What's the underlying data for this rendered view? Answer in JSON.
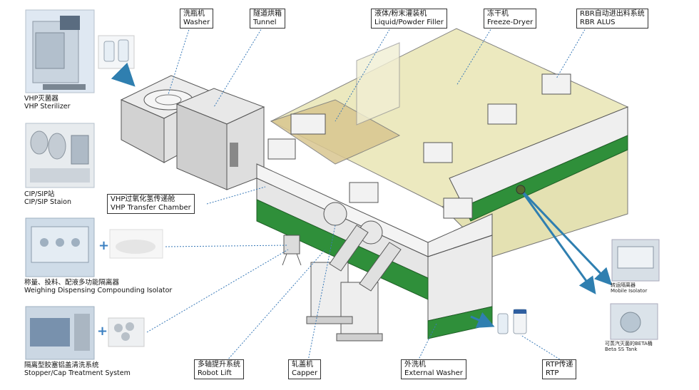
{
  "labels": {
    "washer": {
      "cn": "洗瓶机",
      "en": "Washer"
    },
    "tunnel": {
      "cn": "隧道烘箱",
      "en": "Tunnel"
    },
    "filler": {
      "cn": "液体/粉末灌装机",
      "en": "Liquid/Powder Filler"
    },
    "dryer": {
      "cn": "冻干机",
      "en": "Freeze-Dryer"
    },
    "rbr": {
      "cn": "RBR自动进出料系统",
      "en": "RBR ALUS"
    },
    "vhp_transfer": {
      "cn": "VHP过氧化氢传递舱",
      "en": "VHP Transfer Chamber"
    },
    "robot_lift": {
      "cn": "多轴提升系统",
      "en": "Robot Lift"
    },
    "capper": {
      "cn": "轧盖机",
      "en": "Capper"
    },
    "ext_washer": {
      "cn": "外洗机",
      "en": "External Washer"
    },
    "rtp": {
      "cn": "RTP传递",
      "en": "RTP"
    }
  },
  "left_captions": {
    "vhp_sterilizer": {
      "cn": "VHP灭菌器",
      "en": "VHP Sterilizer"
    },
    "cip_sip": {
      "cn": "CIP/SIP站",
      "en": "CIP/SIP Staion"
    },
    "weighing": {
      "cn": "称量、投料、配液多功能隔离器",
      "en": "Weighing Dispensing Compounding Isolator"
    },
    "stopper": {
      "cn": "隔离型胶塞铝盖清洗系统",
      "en": "Stopper/Cap Treatment System"
    }
  },
  "right_captions": {
    "mobile_isolator": {
      "cn": "转运隔离器",
      "en": "Mobile Isolator"
    },
    "beta_tank": {
      "cn": "可蒸汽灭菌的BETA桶",
      "en": "Beta SS Tank"
    }
  },
  "plus_sign": "+",
  "colors": {
    "machine_gray": "#d9d9d9",
    "isolator_fill": "#e9e6b8",
    "base_green": "#2f8f3a",
    "arrow_blue": "#2f7fb0",
    "leader_blue": "#3a7ab8"
  }
}
